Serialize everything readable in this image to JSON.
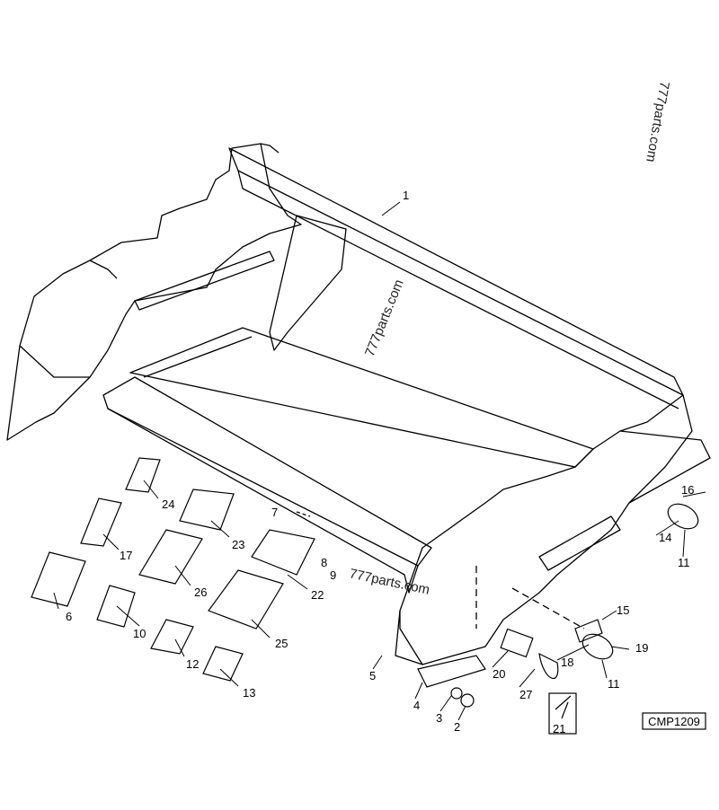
{
  "watermarks": [
    "777parts.com",
    "777parts.com",
    "777parts.com"
  ],
  "diagram_code": "CMP1209",
  "callouts": [
    {
      "id": "c1",
      "label": "1"
    },
    {
      "id": "c2",
      "label": "2"
    },
    {
      "id": "c3",
      "label": "3"
    },
    {
      "id": "c4",
      "label": "4"
    },
    {
      "id": "c5",
      "label": "5"
    },
    {
      "id": "c6",
      "label": "6"
    },
    {
      "id": "c7",
      "label": "7"
    },
    {
      "id": "c8",
      "label": "8"
    },
    {
      "id": "c9",
      "label": "9"
    },
    {
      "id": "c10",
      "label": "10"
    },
    {
      "id": "c11a",
      "label": "11"
    },
    {
      "id": "c11b",
      "label": "11"
    },
    {
      "id": "c12",
      "label": "12"
    },
    {
      "id": "c13",
      "label": "13"
    },
    {
      "id": "c14",
      "label": "14"
    },
    {
      "id": "c15",
      "label": "15"
    },
    {
      "id": "c16",
      "label": "16"
    },
    {
      "id": "c17",
      "label": "17"
    },
    {
      "id": "c18",
      "label": "18"
    },
    {
      "id": "c19",
      "label": "19"
    },
    {
      "id": "c20",
      "label": "20"
    },
    {
      "id": "c21",
      "label": "21"
    },
    {
      "id": "c22",
      "label": "22"
    },
    {
      "id": "c23",
      "label": "23"
    },
    {
      "id": "c24",
      "label": "24"
    },
    {
      "id": "c25",
      "label": "25"
    },
    {
      "id": "c26",
      "label": "26"
    },
    {
      "id": "c27",
      "label": "27"
    }
  ]
}
